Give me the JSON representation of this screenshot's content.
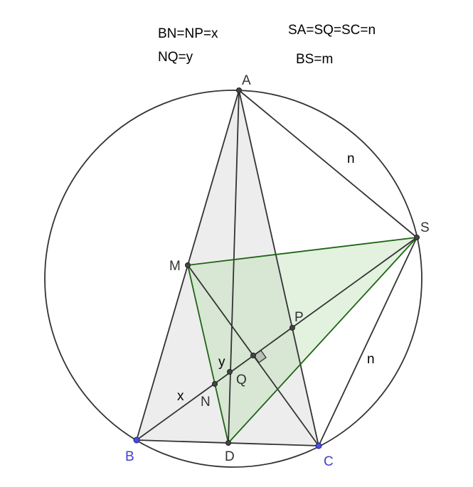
{
  "notes": {
    "line1": "BN=NP=x",
    "line2": "NQ=y",
    "line3": "SA=SQ=SC=n",
    "line4": "BS=m"
  },
  "points": {
    "A": "A",
    "S": "S",
    "M": "M",
    "P": "P",
    "Q": "Q",
    "N": "N",
    "B": "B",
    "D": "D",
    "C": "C"
  },
  "segments": {
    "AS": "n",
    "SC": "n",
    "BN": "x",
    "NQ": "y"
  },
  "colors": {
    "stroke": "#333333",
    "green": "#1e6414",
    "blue_point": "#4a4af0",
    "blue_label": "#4040d0",
    "gray_fill": "#cccccc",
    "green_fill": "#b8dcb0"
  }
}
